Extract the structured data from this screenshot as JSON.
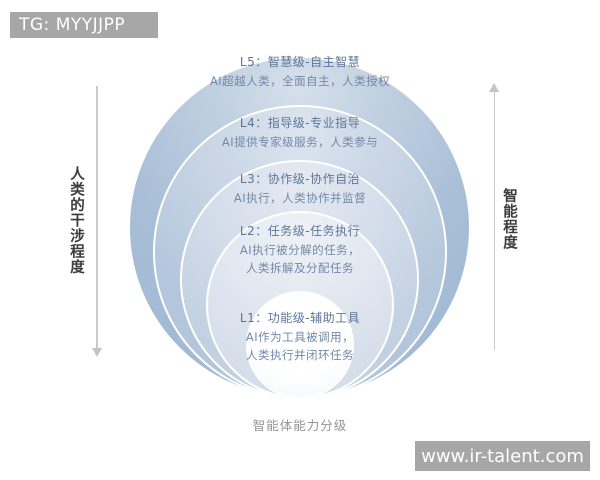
{
  "header_badge": {
    "text": "TG: MYYJJPP",
    "bg_color": "#a7a7a7",
    "text_color": "#ffffff"
  },
  "watermark_badge": {
    "text": "www.ir-talent.com",
    "bg_color": "#a7a7a7",
    "text_color": "#ffffff"
  },
  "axes": {
    "left": {
      "label": "人类的干涉程度",
      "direction": "down",
      "arrow_color": "#c4c4c4"
    },
    "right": {
      "label": "智能程度",
      "direction": "up",
      "arrow_color": "#c4c4c4"
    }
  },
  "caption": "智能体能力分级",
  "levels": [
    {
      "id": "L5",
      "title": "L5：智慧级-自主智慧",
      "desc": [
        "AI超越人类，全面自主，人类授权"
      ],
      "fill_color": "#a8bed7"
    },
    {
      "id": "L4",
      "title": "L4：指导级-专业指导",
      "desc": [
        "AI提供专家级服务，人类参与"
      ],
      "fill_color": "#b5c7dc"
    },
    {
      "id": "L3",
      "title": "L3：协作级-协作自治",
      "desc": [
        "AI执行，人类协作并监督"
      ],
      "fill_color": "#c3d1e2"
    },
    {
      "id": "L2",
      "title": "L2：任务级-任务执行",
      "desc": [
        "AI执行被分解的任务，",
        "人类拆解及分配任务"
      ],
      "fill_color": "#d9e1ec"
    },
    {
      "id": "L1",
      "title": "L1：功能级-辅助工具",
      "desc": [
        "AI作为工具被调用，",
        "人类执行并闭环任务"
      ],
      "fill_color": "#ffffff"
    }
  ],
  "text_colors": {
    "level_title": "#5d7697",
    "level_desc": "#7389a7",
    "axis_label": "#3c3c3c",
    "caption": "#949494"
  }
}
